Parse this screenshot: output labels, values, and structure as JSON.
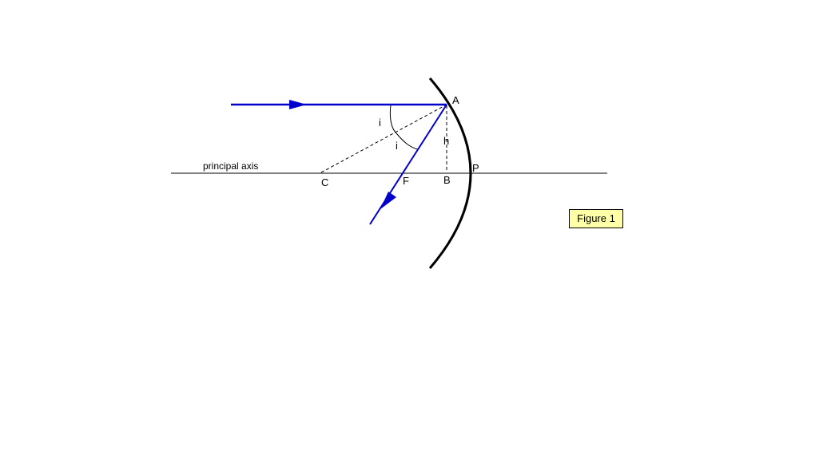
{
  "diagram": {
    "labels": {
      "principal_axis": "principal axis",
      "point_A": "A",
      "point_B": "B",
      "point_C": "C",
      "point_F": "F",
      "point_P": "P",
      "height_h": "h",
      "angle_i_upper": "i",
      "angle_i_lower": "i"
    },
    "caption": "Figure 1",
    "colors": {
      "ray": "#0000cc",
      "mirror": "#000000",
      "axis": "#000000",
      "dashed": "#000000",
      "caption_background": "#ffffa8"
    }
  }
}
